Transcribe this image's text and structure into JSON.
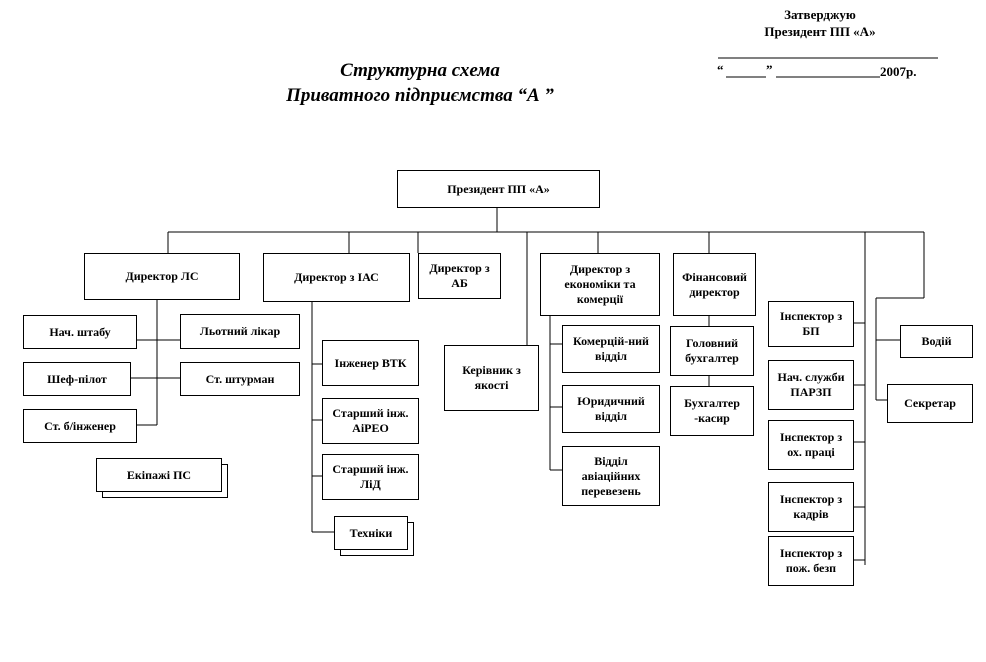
{
  "approval": {
    "line1": "Затверджую",
    "line2": "Президент ПП «А»",
    "date_open_quote": "“",
    "date_close_quote": "”",
    "year": "2007р."
  },
  "title": {
    "line1": "Структурна схема",
    "line2": "Приватного підприємства “А ”"
  },
  "nodes": {
    "president": "Президент ПП «А»",
    "dir_ls": "Директор ЛС",
    "dir_ias": "Директор з ІАС",
    "dir_ab": "Директор з АБ",
    "dir_econ": "Директор з економіки та комерції",
    "dir_fin": "Фінансовий директор",
    "nach_shtabu": "Нач. штабу",
    "lotnyi_likar": "Льотний лікар",
    "shef_pilot": "Шеф-пілот",
    "st_shturman": "Ст. штурман",
    "st_bi_inzhener": "Ст. б/інженер",
    "ekipazhi": "Екіпажі ПС",
    "inzhener_vtk": "Інженер ВТК",
    "st_inzh_aireo": "Старший інж. АіРЕО",
    "st_inzh_lid": "Старший інж. ЛіД",
    "tekhniky": "Техніки",
    "kerivnyk_yakosti": "Керівник з якості",
    "komertsiinyi": "Комерцій-ний відділ",
    "yurydychnyi": "Юридичний відділ",
    "aviaperevezen": "Відділ авіаційних перевезень",
    "holovnyi_bukh": "Головний бухгалтер",
    "bukh_kasyr": "Бухгалтер -касир",
    "insp_bp": "Інспектор з БП",
    "nach_parzp": "Нач. служби ПАРЗП",
    "insp_okh_pratsi": "Інспектор з ох. праці",
    "insp_kadriv": "Інспектор з кадрів",
    "insp_pozh_bezp": "Інспектор з пож. безп",
    "vodii": "Водій",
    "sekretar": "Секретар"
  }
}
